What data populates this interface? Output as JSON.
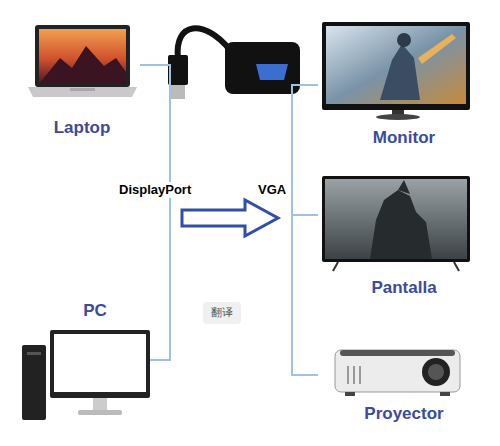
{
  "diagram": {
    "nodes": [
      {
        "text": [
          "Laptop"
        ]
      },
      {
        "text": [
          "Monitor"
        ]
      },
      {
        "text": [
          "Pantalla"
        ]
      },
      {
        "text": [
          "PC"
        ]
      },
      {
        "text": [
          "Proyector"
        ]
      }
    ],
    "edges": [
      {
        "from": 0,
        "to": 3,
        "arrow": "none"
      },
      {
        "from": 1,
        "to": 2,
        "arrow": "none"
      },
      {
        "from": 2,
        "to": 4,
        "arrow": "none"
      }
    ],
    "labels": [
      "DisplayPort",
      "VGA",
      "翻译"
    ]
  }
}
